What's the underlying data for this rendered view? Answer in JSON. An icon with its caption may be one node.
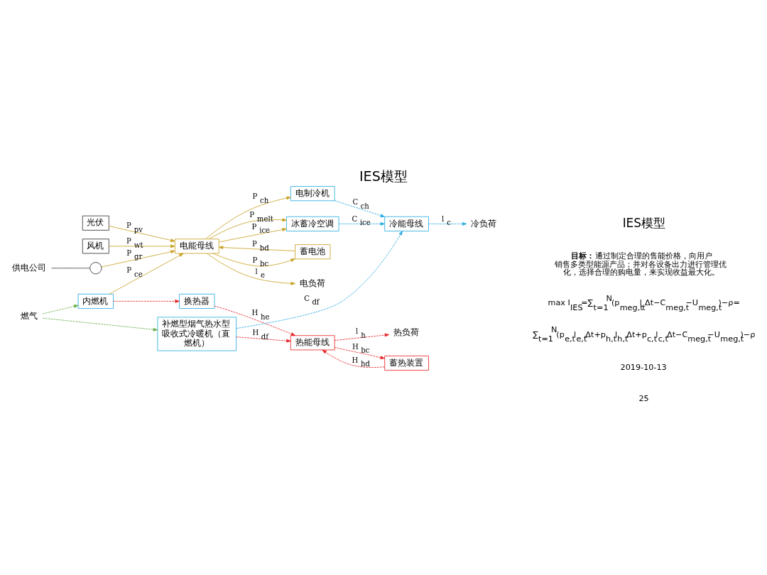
{
  "diagram": {
    "title": "IES模型",
    "nodes": [
      {
        "text": [
          "光伏"
        ]
      },
      {
        "text": [
          "风机"
        ]
      },
      {
        "text": [
          "供电公司"
        ]
      },
      {
        "text": [],
        "shape": "circle"
      },
      {
        "text": [
          "电能母线"
        ]
      },
      {
        "text": [
          "蓄电池"
        ]
      },
      {
        "text": [
          "电负荷"
        ]
      },
      {
        "text": [
          "电制冷机"
        ]
      },
      {
        "text": [
          "冰蓄冷空调"
        ]
      },
      {
        "text": [
          "冷能母线"
        ]
      },
      {
        "text": [
          "冷负荷"
        ]
      },
      {
        "text": [
          "内燃机"
        ]
      },
      {
        "text": [
          "换热器"
        ]
      },
      {
        "text": [
          "燃气"
        ]
      },
      {
        "text": [
          "补燃型烟气热水型吸收式冷暖机（直燃机）"
        ]
      },
      {
        "text": [
          "热能母线"
        ]
      },
      {
        "text": [
          "热负荷"
        ]
      },
      {
        "text": [
          "蓄热装置"
        ]
      }
    ],
    "edges": [
      {
        "from": 0,
        "to": 4,
        "arrow": "to",
        "label": "P$_{pv}$"
      },
      {
        "from": 1,
        "to": 4,
        "arrow": "to",
        "label": "P$_{wt}$"
      },
      {
        "from": 2,
        "to": 3,
        "arrow": "none",
        "color": "#444444"
      },
      {
        "from": 3,
        "to": 4,
        "arrow": "to",
        "label": "P$_{gr}$"
      },
      {
        "from": 11,
        "to": 4,
        "arrow": "to",
        "label": "P$_{ce}$"
      },
      {
        "from": 4,
        "to": 5,
        "arrow": "to",
        "label": "P$_{bc}$"
      },
      {
        "from": 5,
        "to": 4,
        "arrow": "to",
        "label": "P$_{bd}$"
      },
      {
        "from": 4,
        "to": 6,
        "arrow": "to",
        "label": "l$_{e}$"
      },
      {
        "from": 4,
        "to": 7,
        "arrow": "to",
        "label": "P$_{ch}$"
      },
      {
        "from": 4,
        "to": 8,
        "arrow": "to",
        "label": "P$_{ice}$"
      },
      {
        "from": 4,
        "to": 8,
        "arrow": "to",
        "label": "P$_{melt}$"
      },
      {
        "from": 7,
        "to": 9,
        "arrow": "to",
        "label": "C$_{ch}$",
        "style": "dashed",
        "color": "#29abe2"
      },
      {
        "from": 8,
        "to": 9,
        "arrow": "to",
        "label": "C$_{ice}$",
        "style": "dashed",
        "color": "#29abe2"
      },
      {
        "from": 14,
        "to": 9,
        "arrow": "to",
        "label": "C$_{df}$",
        "style": "dashed",
        "color": "#29abe2"
      },
      {
        "from": 9,
        "to": 10,
        "arrow": "to",
        "label": "l$_{c}$",
        "style": "dashed",
        "color": "#29abe2"
      },
      {
        "from": 11,
        "to": 12,
        "arrow": "to",
        "style": "dashed",
        "color": "#e8262a"
      },
      {
        "from": 12,
        "to": 15,
        "arrow": "to",
        "label": "H$_{he}$",
        "style": "dashed",
        "color": "#e8262a"
      },
      {
        "from": 13,
        "to": 11,
        "arrow": "to",
        "style": "dashed",
        "color": "#6ab04c"
      },
      {
        "from": 13,
        "to": 14,
        "arrow": "to",
        "style": "dashed",
        "color": "#6ab04c"
      },
      {
        "from": 14,
        "to": 15,
        "arrow": "to",
        "label": "H$_{df}$",
        "style": "dashed",
        "color": "#e8262a"
      },
      {
        "from": 15,
        "to": 16,
        "arrow": "to",
        "label": "l$_{h}$",
        "style": "dashed",
        "color": "#e8262a"
      },
      {
        "from": 15,
        "to": 17,
        "arrow": "to",
        "label": "H$_{bc}$",
        "style": "dashed",
        "color": "#e8262a"
      },
      {
        "from": 17,
        "to": 15,
        "arrow": "to",
        "label": "H$_{hd}$",
        "style": "dashed",
        "color": "#e8262a"
      }
    ],
    "labels": [
      "IES模型",
      "**目标：**通过制定合理的售能价格，向用户销售多类型能源产品；并对各设备出力进行管理优化，选择合理的购电量，来实现收益最大化。",
      "max I$_{IES}$=∑$_{t=1}$$^{N}$(p$_{meg,t}$l$_{t}$Δt−C$_{meg,t}$−U$_{meg,t}$)−ρ=",
      "∑$_{t=1}$$^{N}$(p$_{e,t}$l$_{e,t}$Δt+p$_{h,t}$l$_{h,t}$Δt+p$_{c,t}$l$_{c,t}$Δt−C$_{meg,t}$−U$_{meg,t}$)−ρ",
      "2019-10-13",
      "25"
    ]
  }
}
